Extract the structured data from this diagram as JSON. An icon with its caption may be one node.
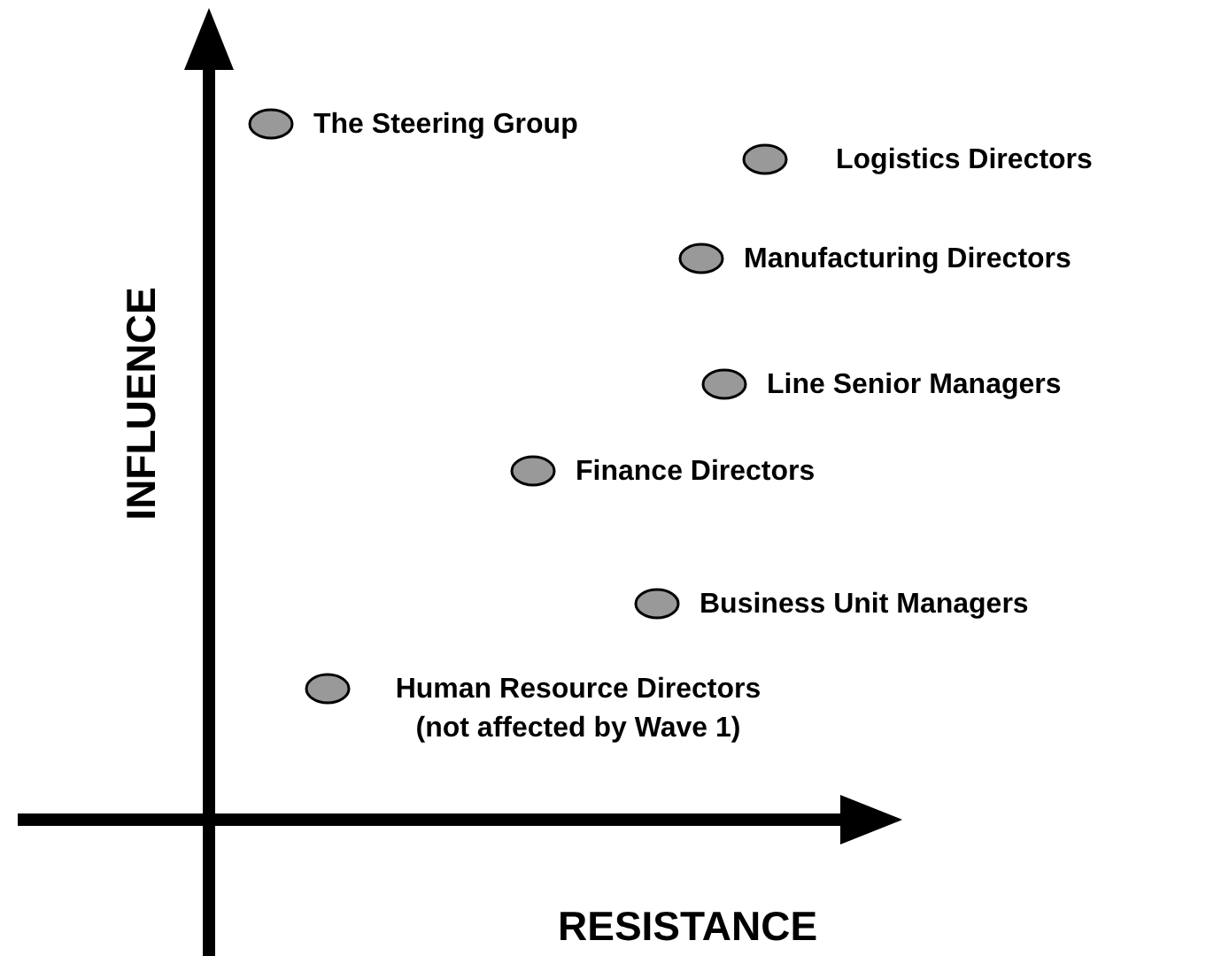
{
  "diagram": {
    "nodes": [
      {
        "text": [
          "The Steering Group"
        ]
      },
      {
        "text": [
          "Logistics Directors"
        ]
      },
      {
        "text": [
          "Manufacturing Directors"
        ]
      },
      {
        "text": [
          "Line Senior Managers"
        ]
      },
      {
        "text": [
          "Finance Directors"
        ]
      },
      {
        "text": [
          "Business Unit Managers"
        ]
      },
      {
        "text": [
          "Human Resource Directors (not affected by Wave 1)"
        ]
      }
    ],
    "labels": [
      "INFLUENCE",
      "RESISTANCE"
    ]
  }
}
